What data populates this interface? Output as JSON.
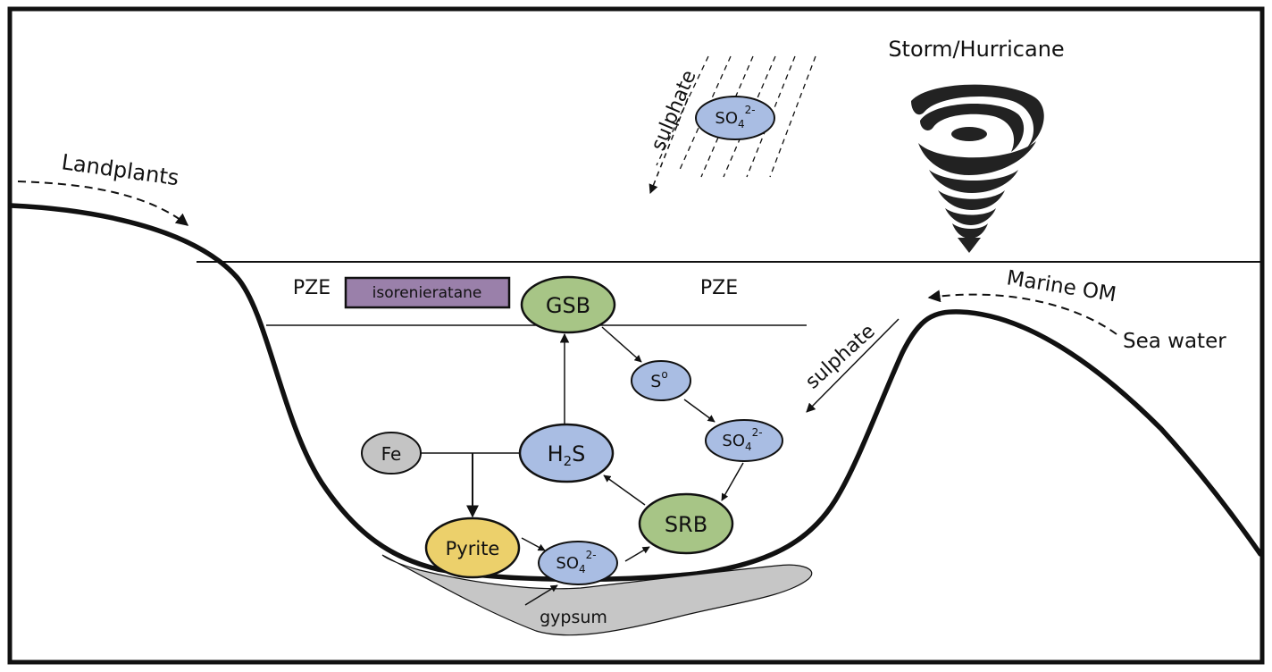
{
  "labels": {
    "storm": "Storm/Hurricane",
    "landplants": "Landplants",
    "sulphate_air": "sulphate",
    "sulphate_water": "sulphate",
    "marine_om": "Marine OM",
    "sea_water": "Sea water",
    "pze_left": "PZE",
    "pze_right": "PZE",
    "isorenieratane": "isorenieratane",
    "gypsum": "gypsum"
  },
  "nodes": {
    "so4_air": {
      "base": "SO",
      "sub": "4",
      "sup": "2-"
    },
    "gsb": "GSB",
    "s0": {
      "base": "S",
      "sup": "o"
    },
    "so4_mid": {
      "base": "SO",
      "sub": "4",
      "sup": "2-"
    },
    "fe": "Fe",
    "h2s": {
      "base": "H",
      "sub": "2",
      "tail": "S"
    },
    "srb": "SRB",
    "pyrite": "Pyrite",
    "so4_low": {
      "base": "SO",
      "sub": "4",
      "sup": "2-"
    }
  },
  "colors": {
    "blue_node": "#a9bde3",
    "green_node": "#a7c586",
    "grey_node": "#c4c4c4",
    "yellow_node": "#ecd06b",
    "isorenieratane_box": "#9a80aa",
    "gypsum_fill": "#c6c6c6",
    "outline": "#111111"
  }
}
